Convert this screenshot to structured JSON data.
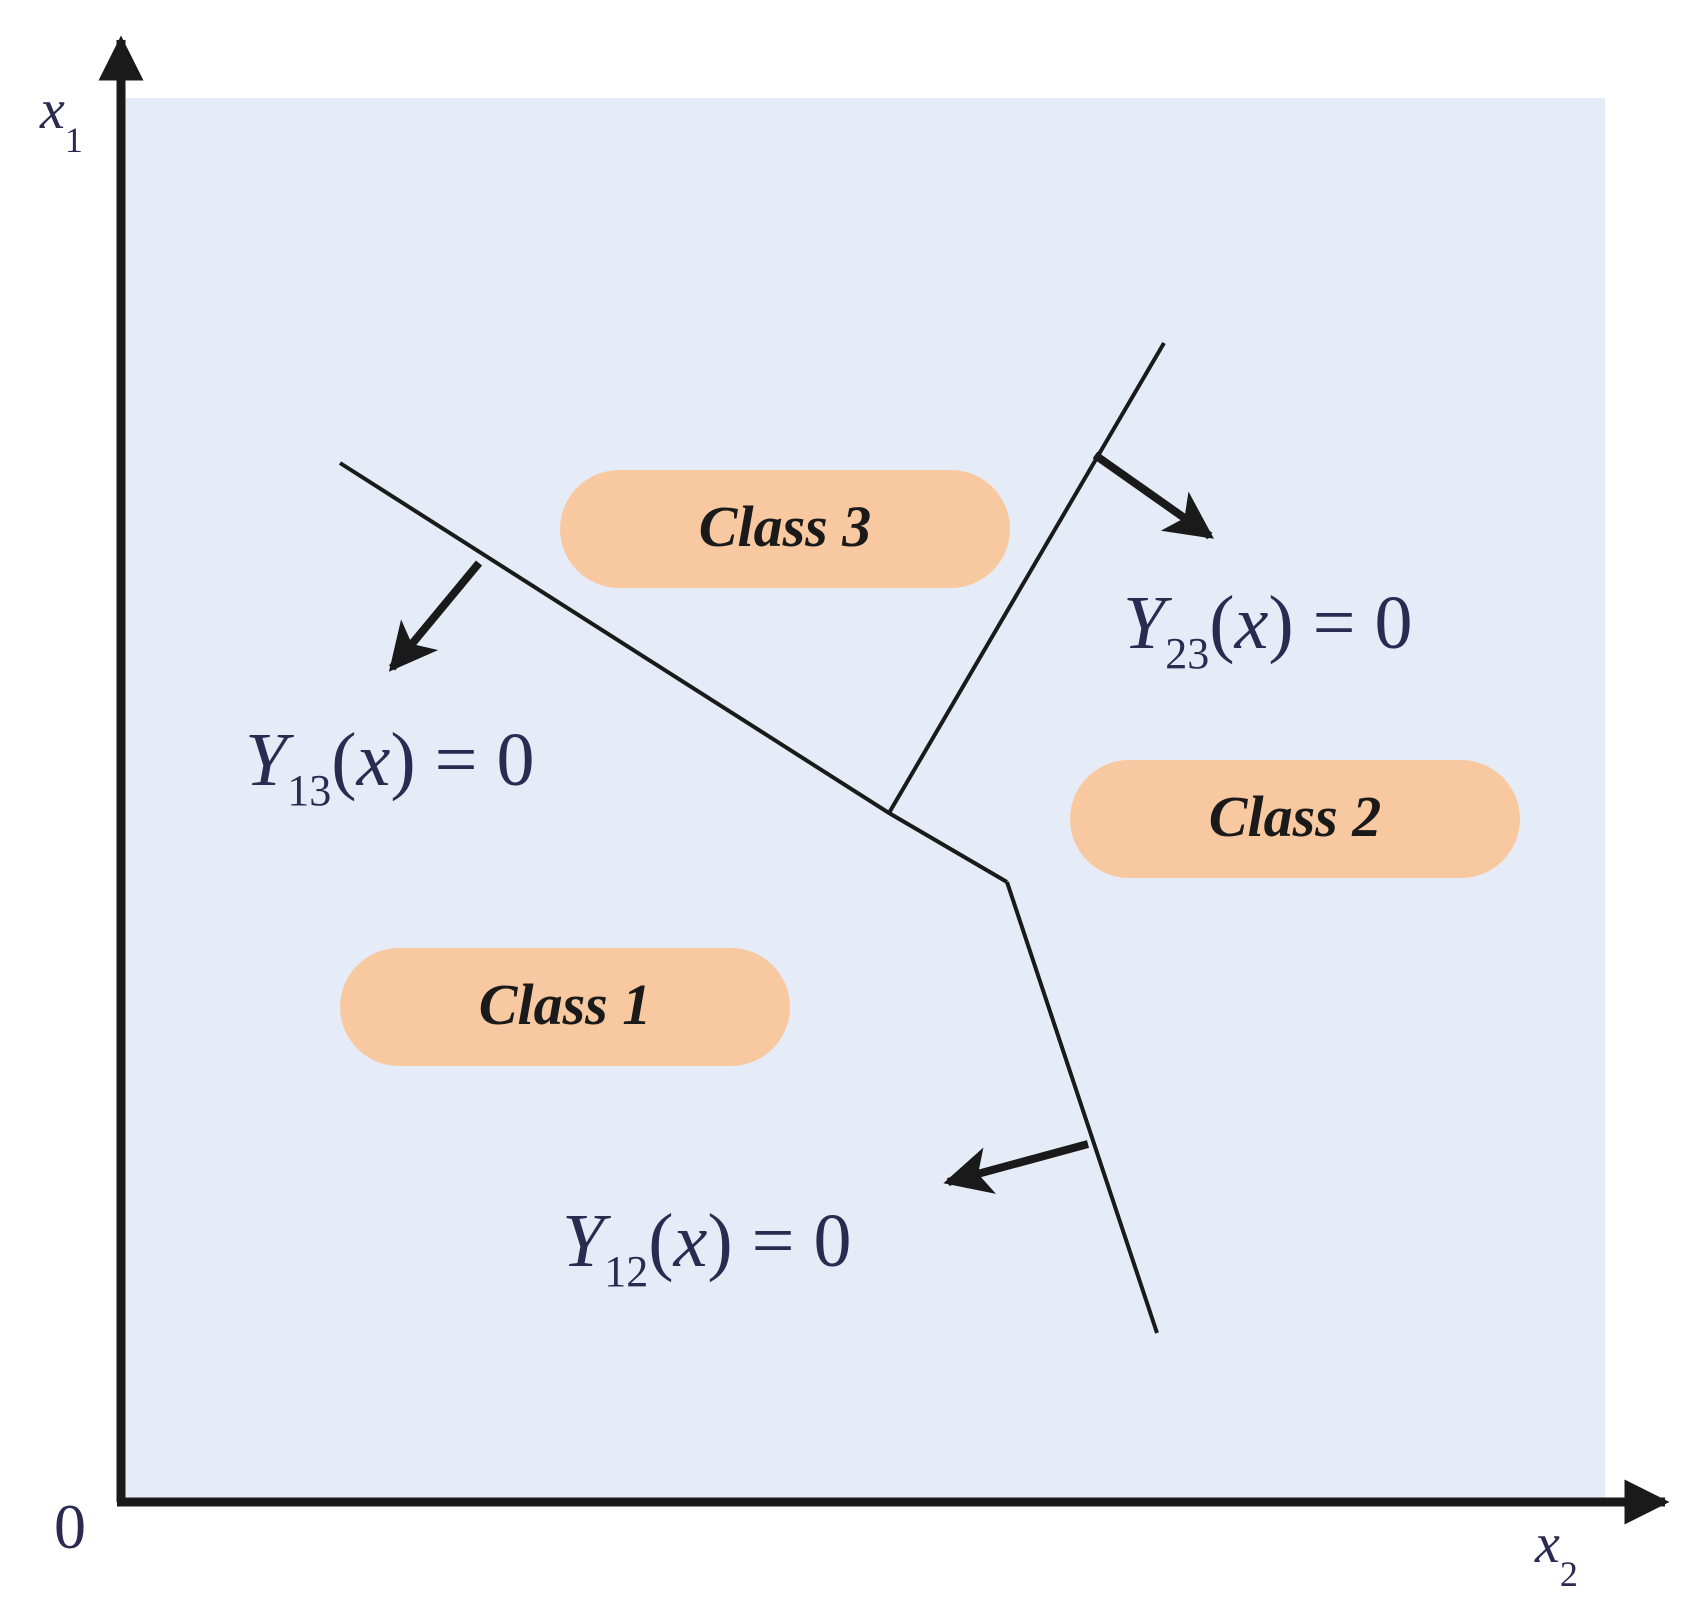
{
  "axes": {
    "vertical_label": {
      "main": "x",
      "sub": "1"
    },
    "horizontal_label": {
      "main": "x",
      "sub": "2"
    },
    "origin": "0"
  },
  "classes": {
    "class1": "Class 1",
    "class2": "Class 2",
    "class3": "Class 3"
  },
  "equations": {
    "y13": {
      "letter": "Y",
      "sub": "13",
      "open": "(",
      "var": "x",
      "close": ")",
      "rhs": " = 0"
    },
    "y23": {
      "letter": "Y",
      "sub": "23",
      "open": "(",
      "var": "x",
      "close": ")",
      "rhs": " = 0"
    },
    "y12": {
      "letter": "Y",
      "sub": "12",
      "open": "(",
      "var": "x",
      "close": ")",
      "rhs": " = 0"
    }
  },
  "colors": {
    "plot_background": "#e5ecf7",
    "class_pill": "#f8c9a0",
    "axis": "#1a1a1a",
    "boundary": "#1a1a1a",
    "equation_text": "#2b2b52"
  }
}
